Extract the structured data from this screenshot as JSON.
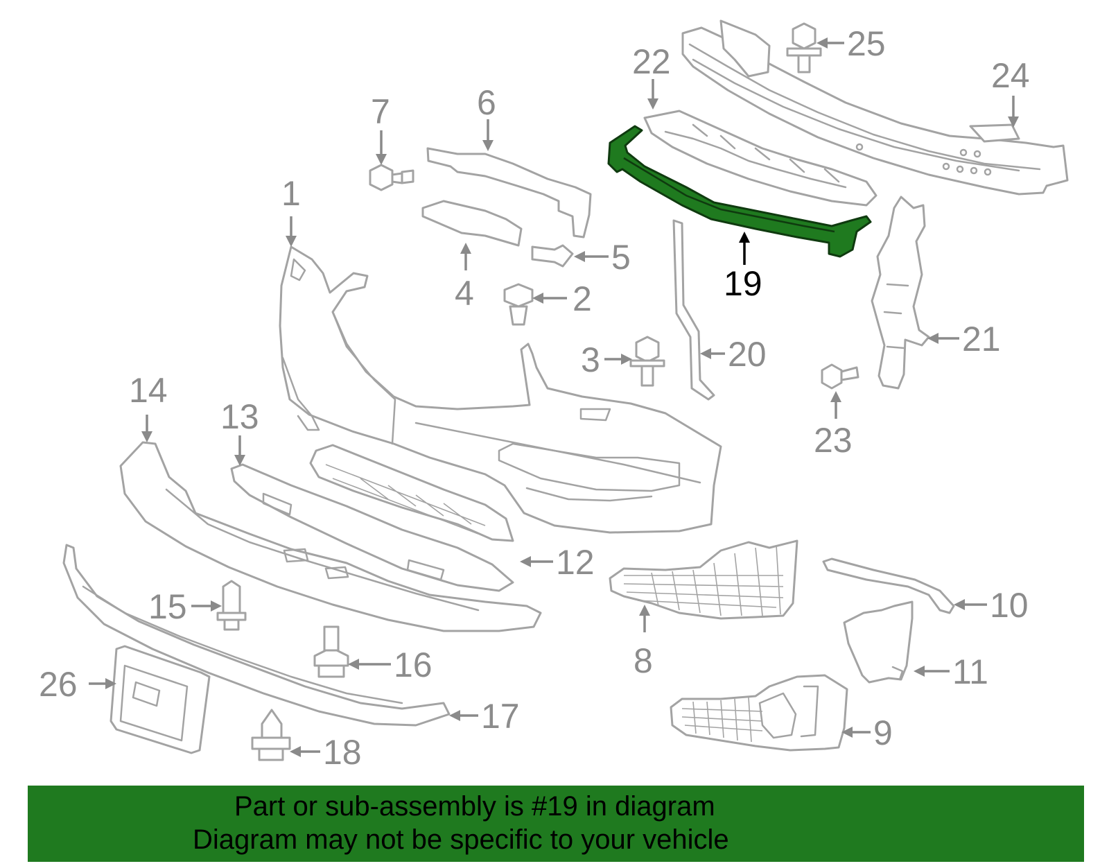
{
  "diagram": {
    "highlighted_part": "19",
    "highlight_color": "#1f7a1f",
    "callouts": [
      "1",
      "2",
      "3",
      "4",
      "5",
      "6",
      "7",
      "8",
      "9",
      "10",
      "11",
      "12",
      "13",
      "14",
      "15",
      "16",
      "17",
      "18",
      "19",
      "20",
      "21",
      "22",
      "23",
      "24",
      "25",
      "26"
    ]
  },
  "banner": {
    "line1": "Part or sub-assembly is #19 in diagram",
    "line2": "Diagram may not be specific to your vehicle",
    "background_color": "#1f7a1f"
  }
}
